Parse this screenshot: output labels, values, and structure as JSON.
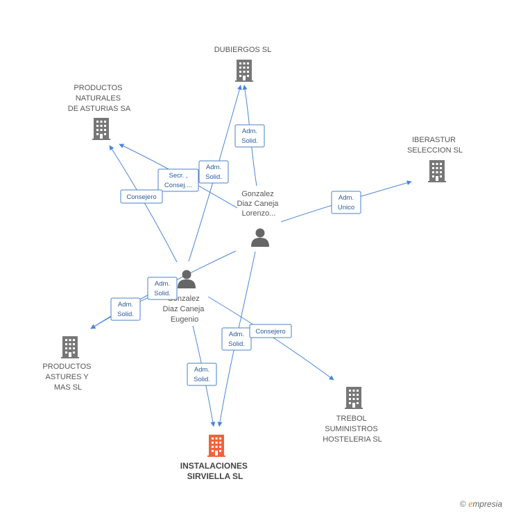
{
  "colors": {
    "edge": "#4a86d8",
    "company": "#777777",
    "main_company": "#f0633a",
    "person": "#666666"
  },
  "companies": [
    {
      "id": "dubiergos",
      "lines": [
        "DUBIERGOS SL"
      ],
      "main": false
    },
    {
      "id": "productos-naturales",
      "lines": [
        "PRODUCTOS",
        "NATURALES",
        "DE ASTURIAS SA"
      ],
      "main": false
    },
    {
      "id": "iberastur",
      "lines": [
        "IBERASTUR",
        "SELECCION SL"
      ],
      "main": false
    },
    {
      "id": "productos-astures",
      "lines": [
        "PRODUCTOS",
        "ASTURES Y",
        "MAS  SL"
      ],
      "main": false
    },
    {
      "id": "trebol",
      "lines": [
        "TREBOL",
        "SUMINISTROS",
        "HOSTELERIA SL"
      ],
      "main": false
    },
    {
      "id": "instalaciones",
      "lines": [
        "INSTALACIONES",
        "SIRVIELLA SL"
      ],
      "main": true
    }
  ],
  "persons": [
    {
      "id": "lorenzo",
      "lines": [
        "Gonzalez",
        "Diaz Caneja",
        "Lorenzo..."
      ]
    },
    {
      "id": "eugenio",
      "lines": [
        "Gonzalez",
        "Diaz Caneja",
        "Eugenio"
      ]
    }
  ],
  "edges": [
    {
      "id": "lorenzo-dubiergos",
      "lines": [
        "Adm.",
        "Solid."
      ]
    },
    {
      "id": "lorenzo-naturales",
      "lines": [
        "Secr. ,",
        "Consej...."
      ]
    },
    {
      "id": "lorenzo-iberastur",
      "lines": [
        "Adm.",
        "Unico"
      ]
    },
    {
      "id": "lorenzo-instalaciones",
      "lines": [
        "Adm.",
        "Solid."
      ]
    },
    {
      "id": "eugenio-dubiergos",
      "lines": [
        "Adm.",
        "Solid."
      ]
    },
    {
      "id": "eugenio-naturales",
      "lines": [
        "Consejero"
      ]
    },
    {
      "id": "eugenio-astures",
      "lines": [
        "Adm.",
        "Solid."
      ]
    },
    {
      "id": "lorenzo-astures",
      "lines": [
        "Adm.",
        "Solid."
      ]
    },
    {
      "id": "eugenio-trebol",
      "lines": [
        "Consejero"
      ]
    },
    {
      "id": "eugenio-instalaciones",
      "lines": [
        "Adm.",
        "Solid."
      ]
    }
  ],
  "footer": {
    "copyright": "©",
    "brand_initial": "e",
    "brand_rest": "mpresia"
  }
}
